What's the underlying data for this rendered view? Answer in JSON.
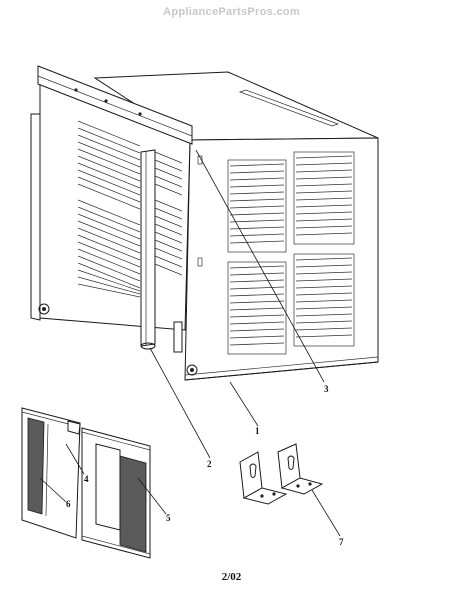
{
  "watermark": "AppliancePartsPros.com",
  "callouts": {
    "c1": "1",
    "c2": "2",
    "c3": "3",
    "c4": "4",
    "c5": "5",
    "c6": "6",
    "c7": "7"
  },
  "footer": "2/02"
}
